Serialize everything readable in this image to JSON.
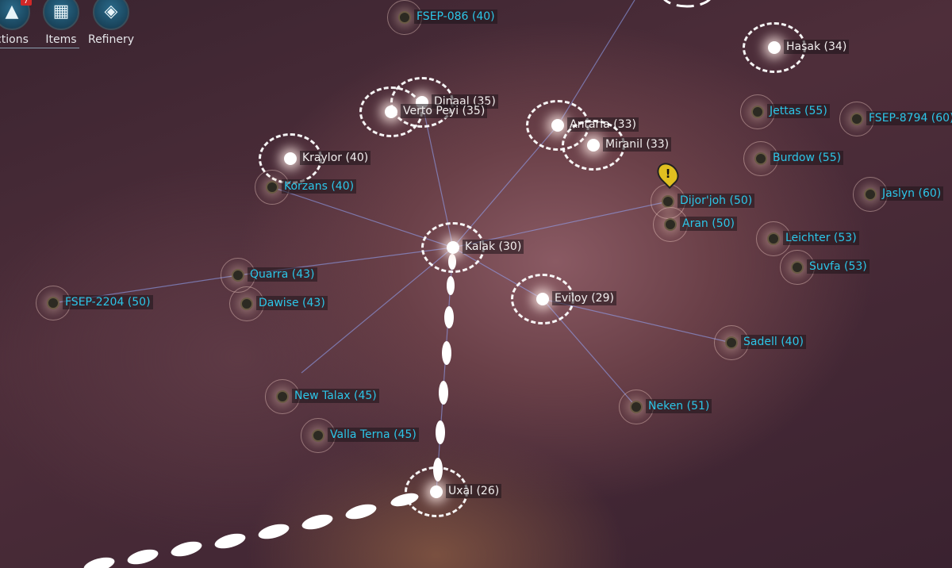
{
  "toolbar": {
    "items": [
      {
        "label": "ctions",
        "icon": "starfleet-delta-icon",
        "badge": "7"
      },
      {
        "label": "Items",
        "icon": "items-stack-icon"
      },
      {
        "label": "Refinery",
        "icon": "diamond-icon"
      }
    ]
  },
  "colors": {
    "locked_label": "#2cc6e8",
    "open_label": "#f2eeee",
    "alert": "#e0c020"
  },
  "systems": [
    {
      "name": "FSEP-086 (40)",
      "state": "locked"
    },
    {
      "name": "Hasak (34)",
      "state": "open"
    },
    {
      "name": "Dinaal (35)",
      "state": "open"
    },
    {
      "name": "Verto Peyi (35)",
      "state": "open"
    },
    {
      "name": "Antaria (33)",
      "state": "open"
    },
    {
      "name": "Miranil (33)",
      "state": "open"
    },
    {
      "name": "Jettas (55)",
      "state": "locked"
    },
    {
      "name": "FSEP-8794 (60)",
      "state": "locked"
    },
    {
      "name": "Kraylor (40)",
      "state": "open"
    },
    {
      "name": "Korzans (40)",
      "state": "locked"
    },
    {
      "name": "Burdow (55)",
      "state": "locked"
    },
    {
      "name": "Jaslyn (60)",
      "state": "locked"
    },
    {
      "name": "Dijor'joh (50)",
      "state": "locked",
      "alert": "!"
    },
    {
      "name": "Aran (50)",
      "state": "locked"
    },
    {
      "name": "Leichter (53)",
      "state": "locked"
    },
    {
      "name": "Kalak (30)",
      "state": "open"
    },
    {
      "name": "Suvfa (53)",
      "state": "locked"
    },
    {
      "name": "Quarra (43)",
      "state": "locked"
    },
    {
      "name": "FSEP-2204 (50)",
      "state": "locked"
    },
    {
      "name": "Dawise (43)",
      "state": "locked"
    },
    {
      "name": "Eviloy (29)",
      "state": "open"
    },
    {
      "name": "Sadell (40)",
      "state": "locked"
    },
    {
      "name": "New Talax (45)",
      "state": "locked"
    },
    {
      "name": "Neken (51)",
      "state": "locked"
    },
    {
      "name": "Valla Terna (45)",
      "state": "locked"
    },
    {
      "name": "Uxal (26)",
      "state": "open"
    }
  ]
}
